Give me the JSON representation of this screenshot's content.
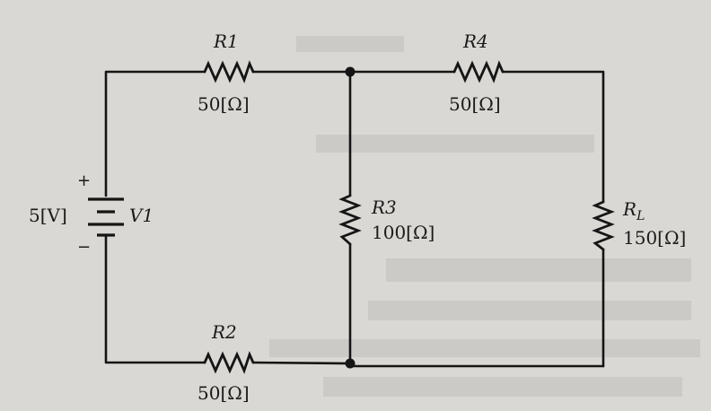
{
  "battery": {
    "name": "V1",
    "value": "5[V]",
    "plus": "+",
    "minus": "−"
  },
  "resistors": [
    {
      "id": "r1",
      "name": "R1",
      "value": "50[Ω]"
    },
    {
      "id": "r2",
      "name": "R2",
      "value": "50[Ω]"
    },
    {
      "id": "r3",
      "name": "R3",
      "value": "100[Ω]"
    },
    {
      "id": "r4",
      "name": "R4",
      "value": "50[Ω]"
    },
    {
      "id": "rl",
      "name": "R",
      "name_sub": "L",
      "value": "150[Ω]"
    }
  ],
  "colors": {
    "ink": "#151515",
    "paper": "#d9d8d4"
  }
}
